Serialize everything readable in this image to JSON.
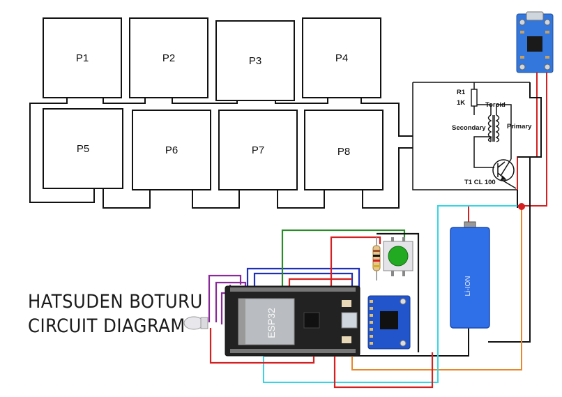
{
  "title": {
    "line1": "HATSUDEN BOTURU",
    "line2": "CIRCUIT DIAGRAM"
  },
  "panels": [
    "P1",
    "P2",
    "P3",
    "P4",
    "P5",
    "P6",
    "P7",
    "P8"
  ],
  "components": {
    "resistor_name": "R1",
    "resistor_value": "1K",
    "toroid": "Toroid",
    "secondary": "Secondary",
    "primary": "Primary",
    "transistor": "T1 CL 100",
    "battery": "Li-ION",
    "mcu": "ESP32"
  },
  "colors": {
    "ground_wire": "#111111",
    "positive_wire": "#d42020",
    "signal_wire_cyan": "#33d6e6",
    "signal_wire_orange": "#e8862a",
    "signal_wire_purple": "#8a2a9a",
    "signal_wire_blue": "#1f2fb8",
    "signal_wire_green": "#2a8a2a",
    "battery_body": "#2f6fe8",
    "button_cap": "#22aa22",
    "charger_board": "#3377dd",
    "sensor_board": "#2255cc",
    "esp32_board": "#222222"
  }
}
